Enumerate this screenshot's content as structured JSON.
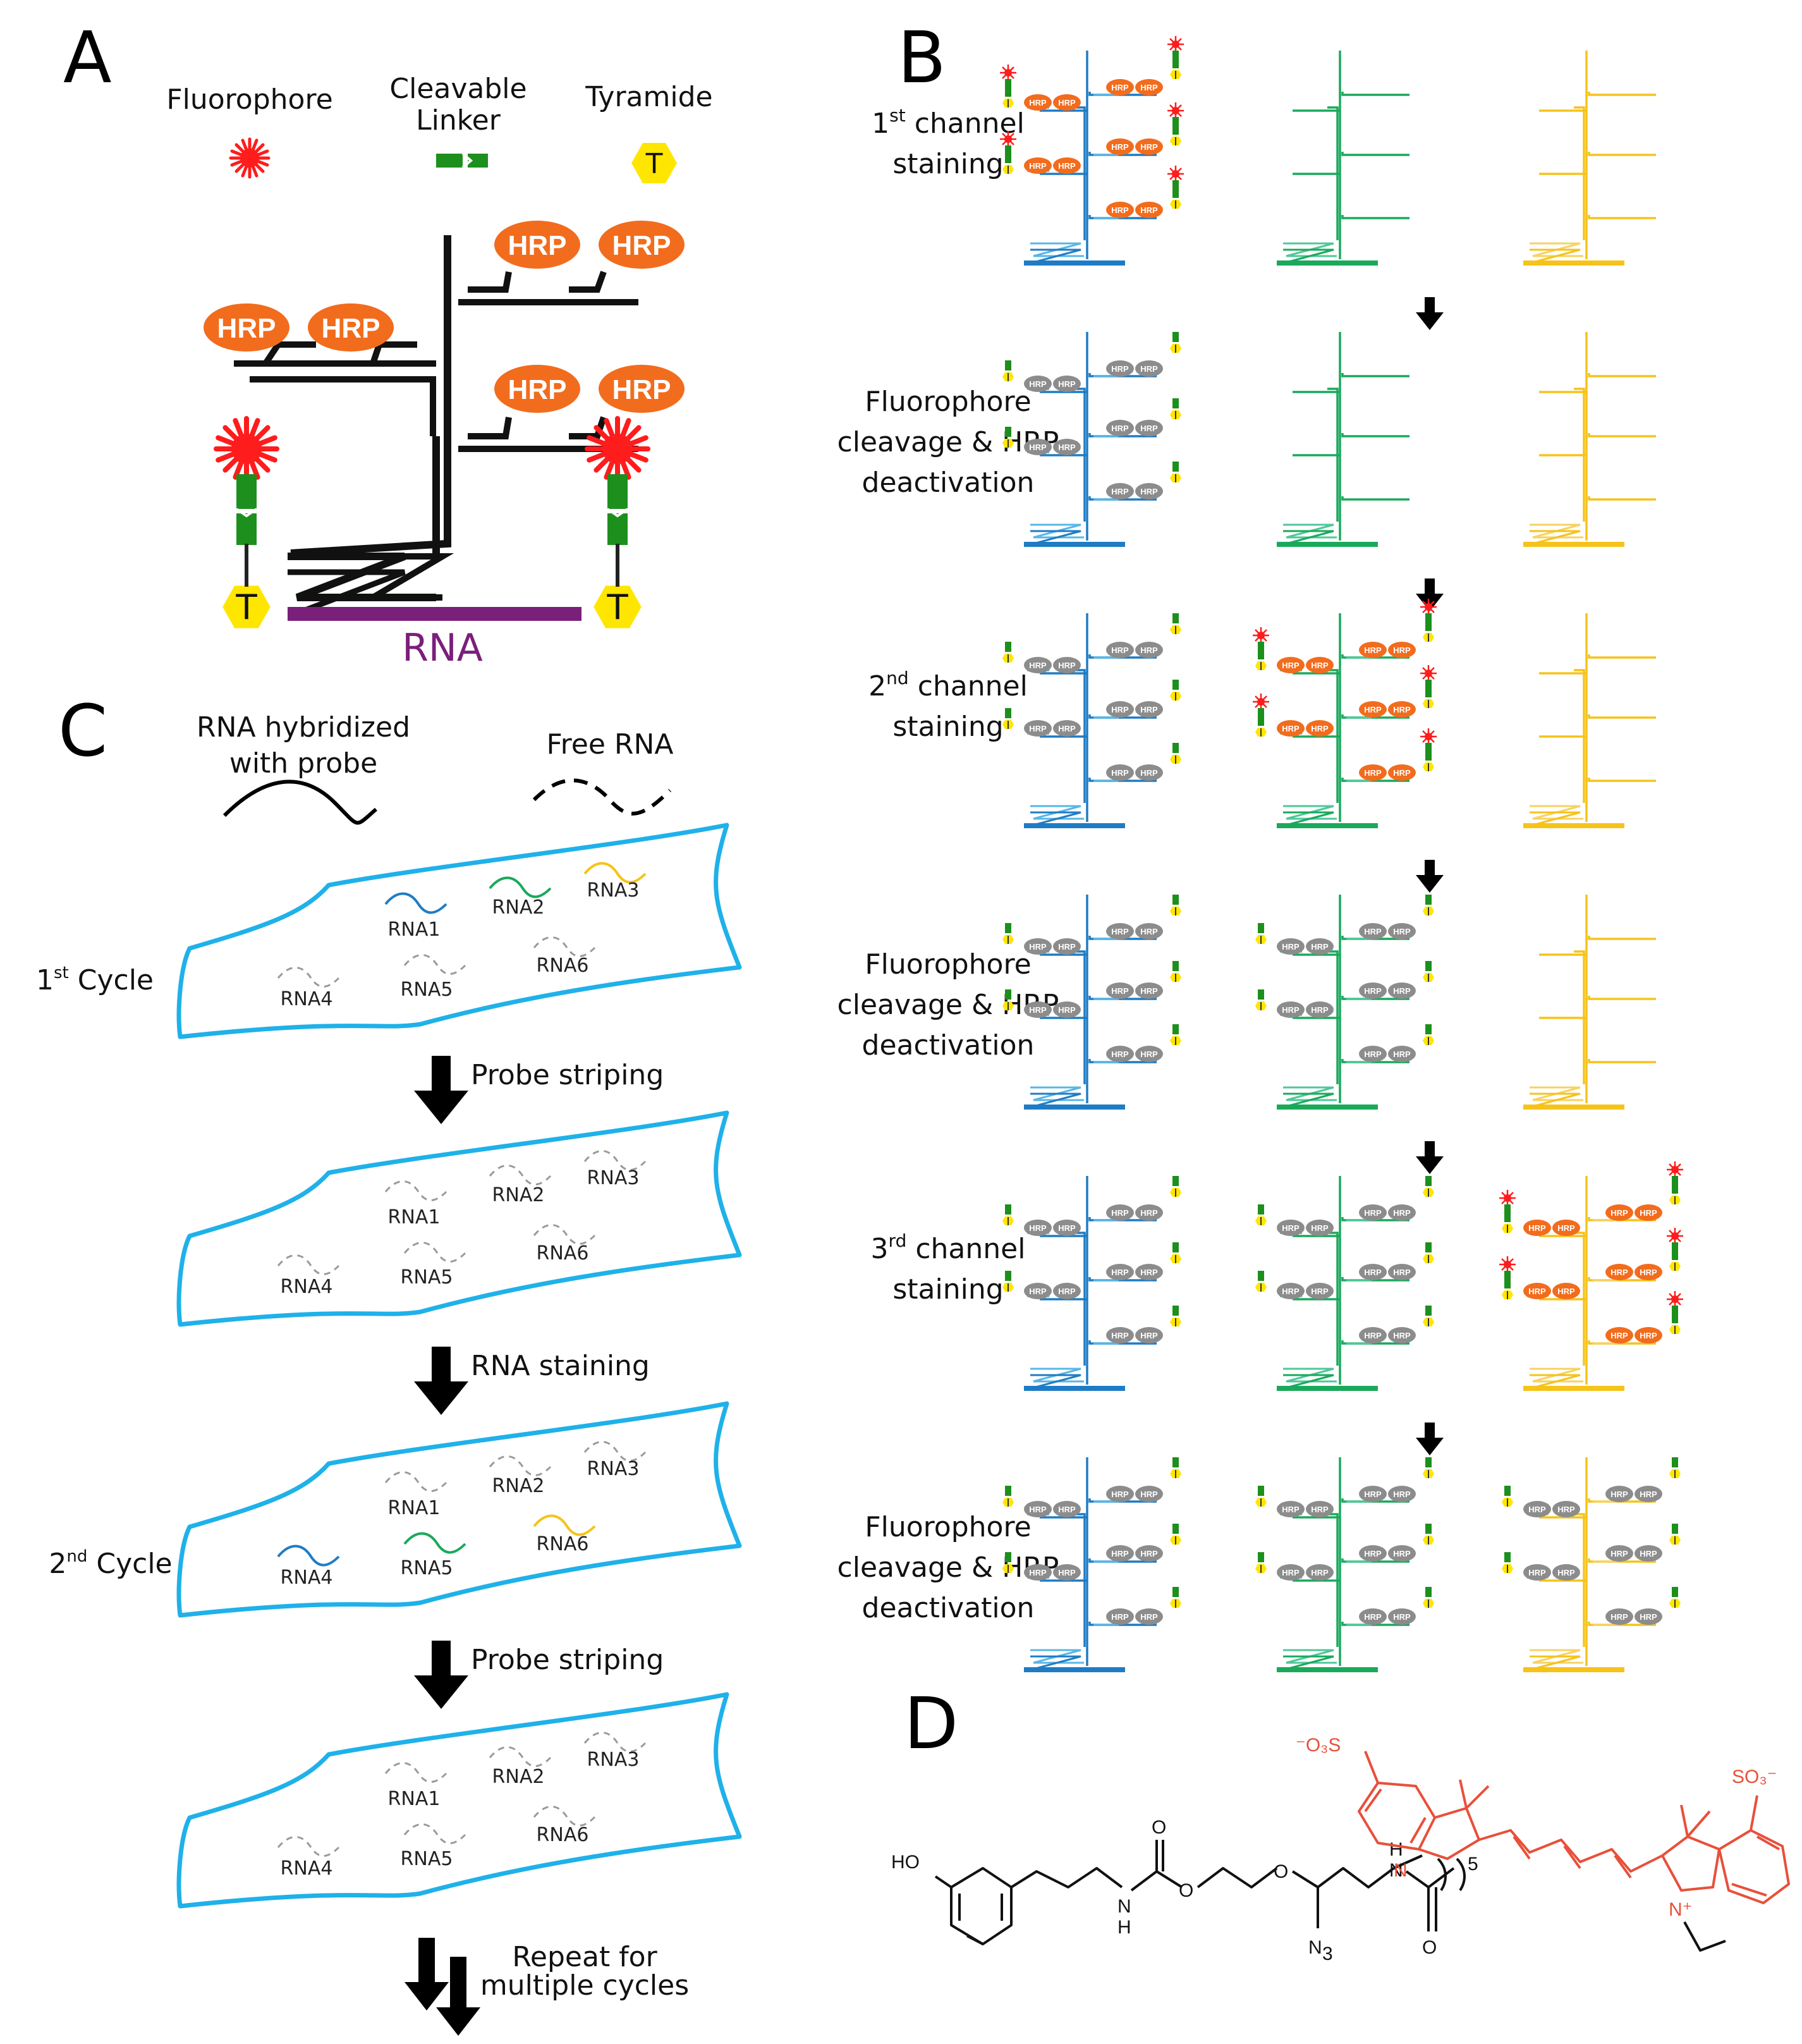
{
  "panels": {
    "a": "A",
    "b": "B",
    "c": "C",
    "d": "D"
  },
  "panel_a": {
    "legend": {
      "fluorophore": "Fluorophore",
      "linker_l1": "Cleavable",
      "linker_l2": "Linker",
      "tyramide": "Tyramide",
      "tyramide_letter": "T"
    },
    "hrp": "HRP",
    "rna": "RNA"
  },
  "panel_b": {
    "steps": [
      {
        "l1": "1",
        "sup": "st",
        "l1b": " channel",
        "l2": "staining",
        "l3": ""
      },
      {
        "l1": "Fluorophore",
        "sup": "",
        "l1b": "",
        "l2": "cleavage & HRP",
        "l3": "deactivation"
      },
      {
        "l1": "2",
        "sup": "nd",
        "l1b": " channel",
        "l2": "staining",
        "l3": ""
      },
      {
        "l1": "Fluorophore",
        "sup": "",
        "l1b": "",
        "l2": "cleavage & HRP",
        "l3": "deactivation"
      },
      {
        "l1": "3",
        "sup": "rd",
        "l1b": " channel",
        "l2": "staining",
        "l3": ""
      },
      {
        "l1": "Fluorophore",
        "sup": "",
        "l1b": "",
        "l2": "cleavage & HRP",
        "l3": "deactivation"
      }
    ],
    "channel_colors": [
      "#1f7cc4",
      "#1aa95b",
      "#f5c31a"
    ],
    "channel_colors_light": [
      "#58b6e6",
      "#4fc79a",
      "#f7d262"
    ]
  },
  "panel_c": {
    "legend_hybrid_l1": "RNA hybridized",
    "legend_hybrid_l2": "with probe",
    "legend_free": "Free RNA",
    "cycle1": {
      "n": "1",
      "sup": "st",
      "rest": " Cycle"
    },
    "cycle2": {
      "n": "2",
      "sup": "nd",
      "rest": " Cycle"
    },
    "arrows": [
      "Probe striping",
      "RNA staining",
      "Probe striping"
    ],
    "repeat_l1": "Repeat for",
    "repeat_l2": "multiple cycles",
    "rna_labels": [
      "RNA1",
      "RNA2",
      "RNA3",
      "RNA4",
      "RNA5",
      "RNA6"
    ]
  },
  "panel_d": {
    "ho": "HO",
    "h": "H",
    "n": "N",
    "o": "O",
    "n3": "N",
    "n3_sub": "3",
    "five": "5",
    "so3_left": "⁻O₃S",
    "so3_right": "SO₃⁻",
    "n_plus": "N⁺"
  },
  "colors": {
    "cell_outline": "#1fb1e9",
    "hrp_active": "#f26c1d",
    "hrp_inactive": "#8c8c8c",
    "fluorophore": "#ff1c1c",
    "linker": "#1d8f1d",
    "tyramide": "#ffe600",
    "rna_bar": "#7a1f7a",
    "dye": "#e8503a"
  }
}
